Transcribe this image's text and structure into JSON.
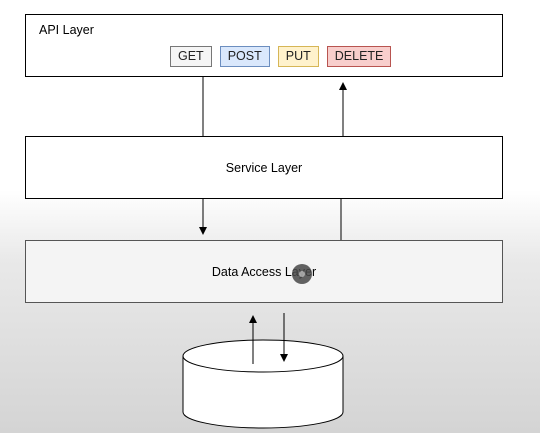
{
  "api_layer": {
    "title": "API Layer",
    "methods": [
      "GET",
      "POST",
      "PUT",
      "DELETE"
    ]
  },
  "service_layer": {
    "label": "Service Layer"
  },
  "data_access_layer": {
    "label": "Data Access Layer"
  },
  "colors": {
    "get": "#f5f5f5",
    "post": "#dae8fc",
    "put": "#fff2cc",
    "delete": "#f8cecc"
  }
}
